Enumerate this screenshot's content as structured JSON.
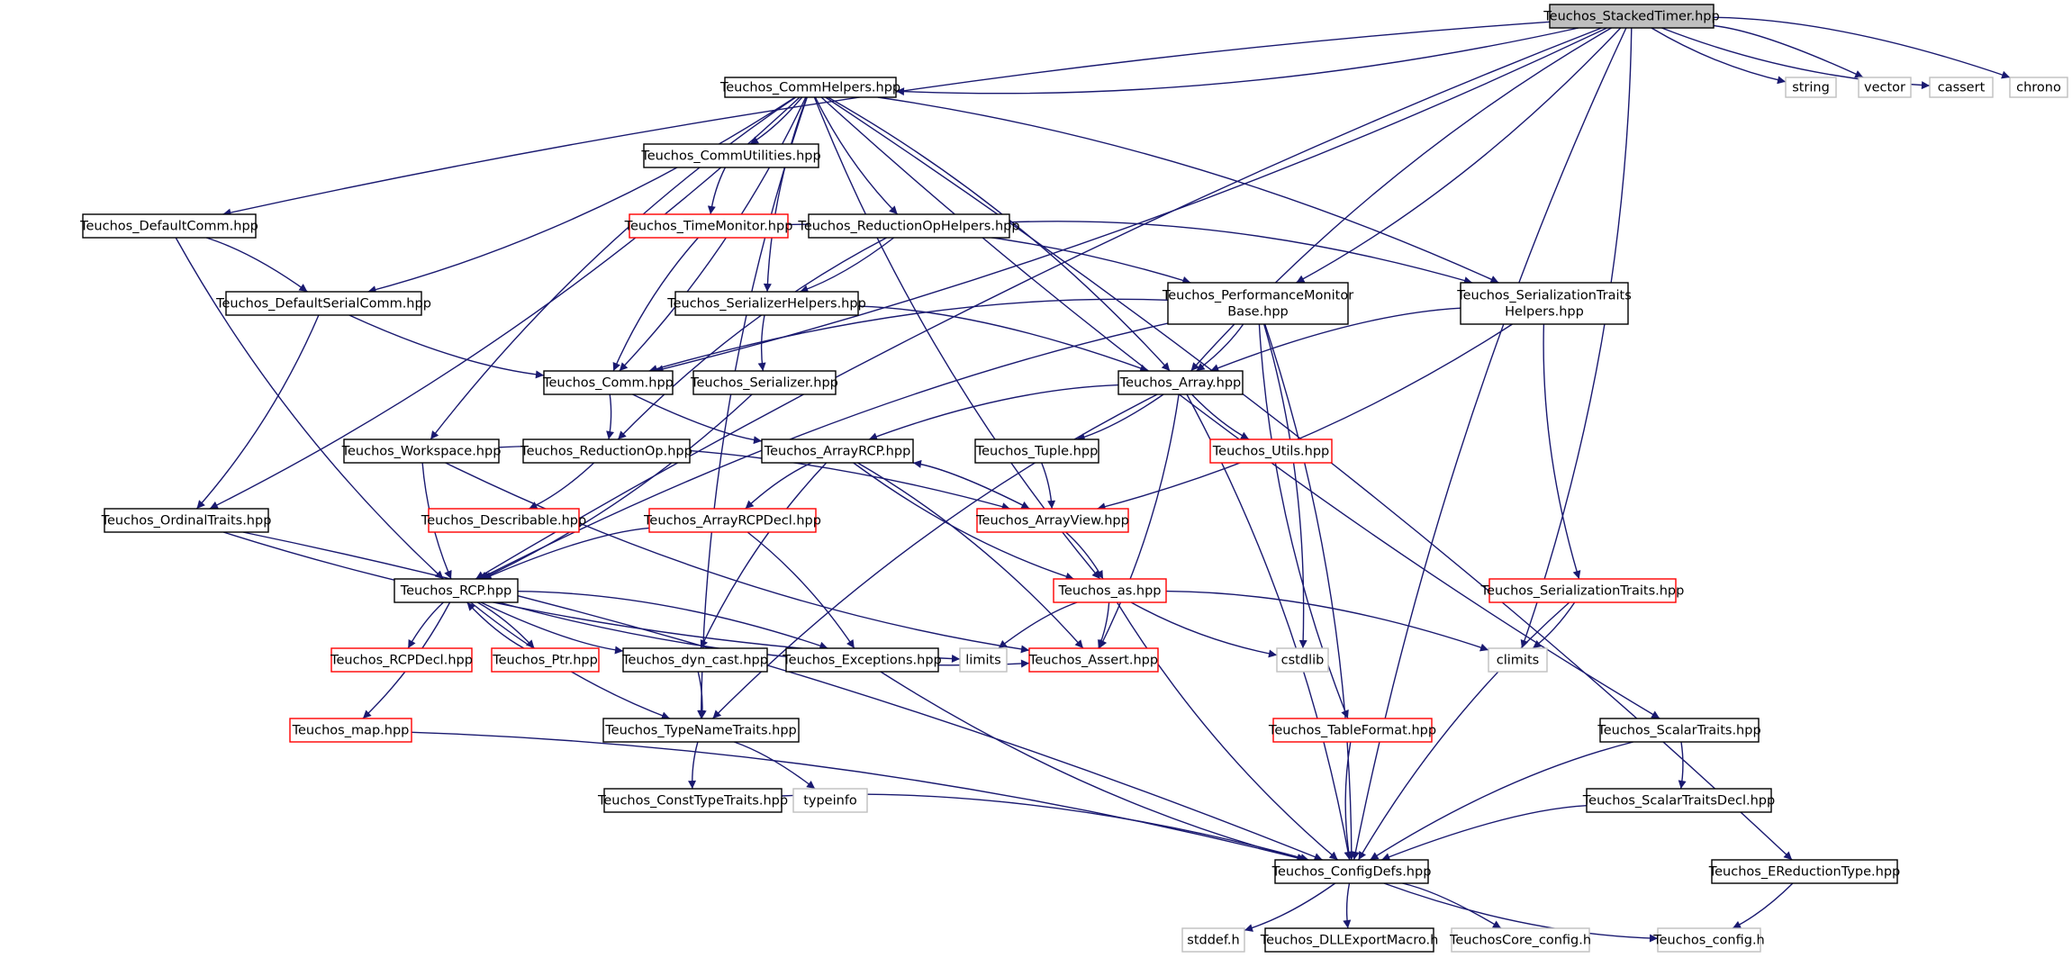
{
  "graph": {
    "title": "",
    "colors": {
      "edge": "#191970",
      "root_fill": "#bfbfbf",
      "normal_border": "#000000",
      "truncated_border": "#ff0000",
      "external_border": "#bfbfbf",
      "background": "#ffffff"
    },
    "nodes": [
      {
        "id": "stackedtimer",
        "lines": [
          "Teuchos_StackedTimer.hpp"
        ],
        "kind": "root"
      },
      {
        "id": "commhelpers",
        "lines": [
          "Teuchos_CommHelpers.hpp"
        ],
        "kind": "normal"
      },
      {
        "id": "string",
        "lines": [
          "string"
        ],
        "kind": "external"
      },
      {
        "id": "vector",
        "lines": [
          "vector"
        ],
        "kind": "external"
      },
      {
        "id": "cassert",
        "lines": [
          "cassert"
        ],
        "kind": "external"
      },
      {
        "id": "chrono",
        "lines": [
          "chrono"
        ],
        "kind": "external"
      },
      {
        "id": "commutilities",
        "lines": [
          "Teuchos_CommUtilities.hpp"
        ],
        "kind": "normal"
      },
      {
        "id": "defaultcomm",
        "lines": [
          "Teuchos_DefaultComm.hpp"
        ],
        "kind": "normal"
      },
      {
        "id": "timemonitor",
        "lines": [
          "Teuchos_TimeMonitor.hpp"
        ],
        "kind": "truncated"
      },
      {
        "id": "reductionophelpers",
        "lines": [
          "Teuchos_ReductionOpHelpers.hpp"
        ],
        "kind": "normal"
      },
      {
        "id": "defaultserialcomm",
        "lines": [
          "Teuchos_DefaultSerialComm.hpp"
        ],
        "kind": "normal"
      },
      {
        "id": "serializerhelpers",
        "lines": [
          "Teuchos_SerializerHelpers.hpp"
        ],
        "kind": "normal"
      },
      {
        "id": "perfmonitorbase",
        "lines": [
          "Teuchos_PerformanceMonitor",
          "Base.hpp"
        ],
        "kind": "normal"
      },
      {
        "id": "serializationtraitshelpers",
        "lines": [
          "Teuchos_SerializationTraits",
          "Helpers.hpp"
        ],
        "kind": "normal"
      },
      {
        "id": "comm",
        "lines": [
          "Teuchos_Comm.hpp"
        ],
        "kind": "normal"
      },
      {
        "id": "serializer",
        "lines": [
          "Teuchos_Serializer.hpp"
        ],
        "kind": "normal"
      },
      {
        "id": "array",
        "lines": [
          "Teuchos_Array.hpp"
        ],
        "kind": "normal"
      },
      {
        "id": "workspace",
        "lines": [
          "Teuchos_Workspace.hpp"
        ],
        "kind": "normal"
      },
      {
        "id": "reductionop",
        "lines": [
          "Teuchos_ReductionOp.hpp"
        ],
        "kind": "normal"
      },
      {
        "id": "arrayrcp",
        "lines": [
          "Teuchos_ArrayRCP.hpp"
        ],
        "kind": "normal"
      },
      {
        "id": "tuple",
        "lines": [
          "Teuchos_Tuple.hpp"
        ],
        "kind": "normal"
      },
      {
        "id": "utils",
        "lines": [
          "Teuchos_Utils.hpp"
        ],
        "kind": "truncated"
      },
      {
        "id": "ordinaltraits",
        "lines": [
          "Teuchos_OrdinalTraits.hpp"
        ],
        "kind": "normal"
      },
      {
        "id": "describable",
        "lines": [
          "Teuchos_Describable.hpp"
        ],
        "kind": "truncated"
      },
      {
        "id": "arrayrcpdecl",
        "lines": [
          "Teuchos_ArrayRCPDecl.hpp"
        ],
        "kind": "truncated"
      },
      {
        "id": "arrayview",
        "lines": [
          "Teuchos_ArrayView.hpp"
        ],
        "kind": "truncated"
      },
      {
        "id": "rcp",
        "lines": [
          "Teuchos_RCP.hpp"
        ],
        "kind": "normal"
      },
      {
        "id": "as",
        "lines": [
          "Teuchos_as.hpp"
        ],
        "kind": "truncated"
      },
      {
        "id": "serializationtraits",
        "lines": [
          "Teuchos_SerializationTraits.hpp"
        ],
        "kind": "truncated"
      },
      {
        "id": "rcpdecl",
        "lines": [
          "Teuchos_RCPDecl.hpp"
        ],
        "kind": "truncated"
      },
      {
        "id": "ptr",
        "lines": [
          "Teuchos_Ptr.hpp"
        ],
        "kind": "truncated"
      },
      {
        "id": "dyncast",
        "lines": [
          "Teuchos_dyn_cast.hpp"
        ],
        "kind": "normal"
      },
      {
        "id": "exceptions",
        "lines": [
          "Teuchos_Exceptions.hpp"
        ],
        "kind": "normal"
      },
      {
        "id": "limits",
        "lines": [
          "limits"
        ],
        "kind": "external"
      },
      {
        "id": "assert",
        "lines": [
          "Teuchos_Assert.hpp"
        ],
        "kind": "truncated"
      },
      {
        "id": "cstdlib",
        "lines": [
          "cstdlib"
        ],
        "kind": "external"
      },
      {
        "id": "climits",
        "lines": [
          "climits"
        ],
        "kind": "external"
      },
      {
        "id": "map",
        "lines": [
          "Teuchos_map.hpp"
        ],
        "kind": "truncated"
      },
      {
        "id": "typenametraits",
        "lines": [
          "Teuchos_TypeNameTraits.hpp"
        ],
        "kind": "normal"
      },
      {
        "id": "tableformat",
        "lines": [
          "Teuchos_TableFormat.hpp"
        ],
        "kind": "truncated"
      },
      {
        "id": "scalartraits",
        "lines": [
          "Teuchos_ScalarTraits.hpp"
        ],
        "kind": "normal"
      },
      {
        "id": "consttypetraits",
        "lines": [
          "Teuchos_ConstTypeTraits.hpp"
        ],
        "kind": "normal"
      },
      {
        "id": "typeinfo",
        "lines": [
          "typeinfo"
        ],
        "kind": "external"
      },
      {
        "id": "scalartraitsdecl",
        "lines": [
          "Teuchos_ScalarTraitsDecl.hpp"
        ],
        "kind": "normal"
      },
      {
        "id": "configdefs",
        "lines": [
          "Teuchos_ConfigDefs.hpp"
        ],
        "kind": "normal"
      },
      {
        "id": "ereductiontype",
        "lines": [
          "Teuchos_EReductionType.hpp"
        ],
        "kind": "normal"
      },
      {
        "id": "stddef",
        "lines": [
          "stddef.h"
        ],
        "kind": "external"
      },
      {
        "id": "dllexportmacro",
        "lines": [
          "Teuchos_DLLExportMacro.h"
        ],
        "kind": "normal"
      },
      {
        "id": "coreconfig",
        "lines": [
          "TeuchosCore_config.h"
        ],
        "kind": "external"
      },
      {
        "id": "config",
        "lines": [
          "Teuchos_config.h"
        ],
        "kind": "external"
      }
    ],
    "edges": [
      [
        "stackedtimer",
        "commhelpers"
      ],
      [
        "stackedtimer",
        "string"
      ],
      [
        "stackedtimer",
        "vector"
      ],
      [
        "stackedtimer",
        "cassert"
      ],
      [
        "stackedtimer",
        "chrono"
      ],
      [
        "stackedtimer",
        "defaultcomm"
      ],
      [
        "stackedtimer",
        "comm"
      ],
      [
        "stackedtimer",
        "rcp"
      ],
      [
        "stackedtimer",
        "perfmonitorbase"
      ],
      [
        "stackedtimer",
        "array"
      ],
      [
        "stackedtimer",
        "climits"
      ],
      [
        "stackedtimer",
        "configdefs"
      ],
      [
        "commhelpers",
        "commutilities"
      ],
      [
        "commhelpers",
        "reductionophelpers"
      ],
      [
        "commhelpers",
        "defaultserialcomm"
      ],
      [
        "commhelpers",
        "serializerhelpers"
      ],
      [
        "commhelpers",
        "comm"
      ],
      [
        "commhelpers",
        "workspace"
      ],
      [
        "commhelpers",
        "ordinaltraits"
      ],
      [
        "commhelpers",
        "typenametraits"
      ],
      [
        "commhelpers",
        "array"
      ],
      [
        "commhelpers",
        "as"
      ],
      [
        "commhelpers",
        "serializationtraitshelpers"
      ],
      [
        "commhelpers",
        "scalartraits"
      ],
      [
        "commhelpers",
        "ereductiontype"
      ],
      [
        "commutilities",
        "timemonitor"
      ],
      [
        "defaultcomm",
        "defaultserialcomm"
      ],
      [
        "defaultcomm",
        "rcp"
      ],
      [
        "timemonitor",
        "perfmonitorbase"
      ],
      [
        "timemonitor",
        "comm"
      ],
      [
        "reductionophelpers",
        "serializerhelpers"
      ],
      [
        "reductionophelpers",
        "reductionop"
      ],
      [
        "reductionophelpers",
        "serializationtraitshelpers"
      ],
      [
        "defaultserialcomm",
        "comm"
      ],
      [
        "defaultserialcomm",
        "ordinaltraits"
      ],
      [
        "serializerhelpers",
        "serializer"
      ],
      [
        "serializerhelpers",
        "array"
      ],
      [
        "perfmonitorbase",
        "comm"
      ],
      [
        "perfmonitorbase",
        "array"
      ],
      [
        "perfmonitorbase",
        "rcp"
      ],
      [
        "perfmonitorbase",
        "cstdlib"
      ],
      [
        "perfmonitorbase",
        "tableformat"
      ],
      [
        "perfmonitorbase",
        "configdefs"
      ],
      [
        "serializationtraitshelpers",
        "array"
      ],
      [
        "serializationtraitshelpers",
        "arrayview"
      ],
      [
        "serializationtraitshelpers",
        "serializationtraits"
      ],
      [
        "comm",
        "reductionop"
      ],
      [
        "comm",
        "arrayrcp"
      ],
      [
        "serializer",
        "rcp"
      ],
      [
        "array",
        "arrayrcp"
      ],
      [
        "array",
        "tuple"
      ],
      [
        "array",
        "utils"
      ],
      [
        "array",
        "assert"
      ],
      [
        "array",
        "typenametraits"
      ],
      [
        "array",
        "configdefs"
      ],
      [
        "workspace",
        "rcp"
      ],
      [
        "workspace",
        "arrayview"
      ],
      [
        "workspace",
        "assert"
      ],
      [
        "reductionop",
        "describable"
      ],
      [
        "arrayrcp",
        "arrayrcpdecl"
      ],
      [
        "arrayrcp",
        "arrayview"
      ],
      [
        "arrayrcp",
        "as"
      ],
      [
        "arrayrcp",
        "assert"
      ],
      [
        "arrayrcp",
        "dyncast"
      ],
      [
        "tuple",
        "arrayview"
      ],
      [
        "ordinaltraits",
        "limits"
      ],
      [
        "ordinaltraits",
        "configdefs"
      ],
      [
        "arrayrcpdecl",
        "rcp"
      ],
      [
        "arrayrcpdecl",
        "exceptions"
      ],
      [
        "arrayview",
        "arrayrcp"
      ],
      [
        "arrayview",
        "as"
      ],
      [
        "rcp",
        "rcpdecl"
      ],
      [
        "rcp",
        "ptr"
      ],
      [
        "rcp",
        "dyncast"
      ],
      [
        "rcp",
        "exceptions"
      ],
      [
        "rcp",
        "assert"
      ],
      [
        "rcp",
        "map"
      ],
      [
        "rcp",
        "typenametraits"
      ],
      [
        "ptr",
        "rcp"
      ],
      [
        "as",
        "limits"
      ],
      [
        "as",
        "assert"
      ],
      [
        "as",
        "cstdlib"
      ],
      [
        "as",
        "climits"
      ],
      [
        "as",
        "configdefs"
      ],
      [
        "serializationtraits",
        "climits"
      ],
      [
        "serializationtraits",
        "configdefs"
      ],
      [
        "dyncast",
        "typenametraits"
      ],
      [
        "exceptions",
        "configdefs"
      ],
      [
        "map",
        "configdefs"
      ],
      [
        "typenametraits",
        "consttypetraits"
      ],
      [
        "typenametraits",
        "typeinfo"
      ],
      [
        "tableformat",
        "configdefs"
      ],
      [
        "scalartraits",
        "scalartraitsdecl"
      ],
      [
        "scalartraits",
        "configdefs"
      ],
      [
        "consttypetraits",
        "configdefs"
      ],
      [
        "scalartraitsdecl",
        "configdefs"
      ],
      [
        "configdefs",
        "stddef"
      ],
      [
        "configdefs",
        "dllexportmacro"
      ],
      [
        "configdefs",
        "coreconfig"
      ],
      [
        "configdefs",
        "config"
      ],
      [
        "ereductiontype",
        "config"
      ]
    ]
  }
}
